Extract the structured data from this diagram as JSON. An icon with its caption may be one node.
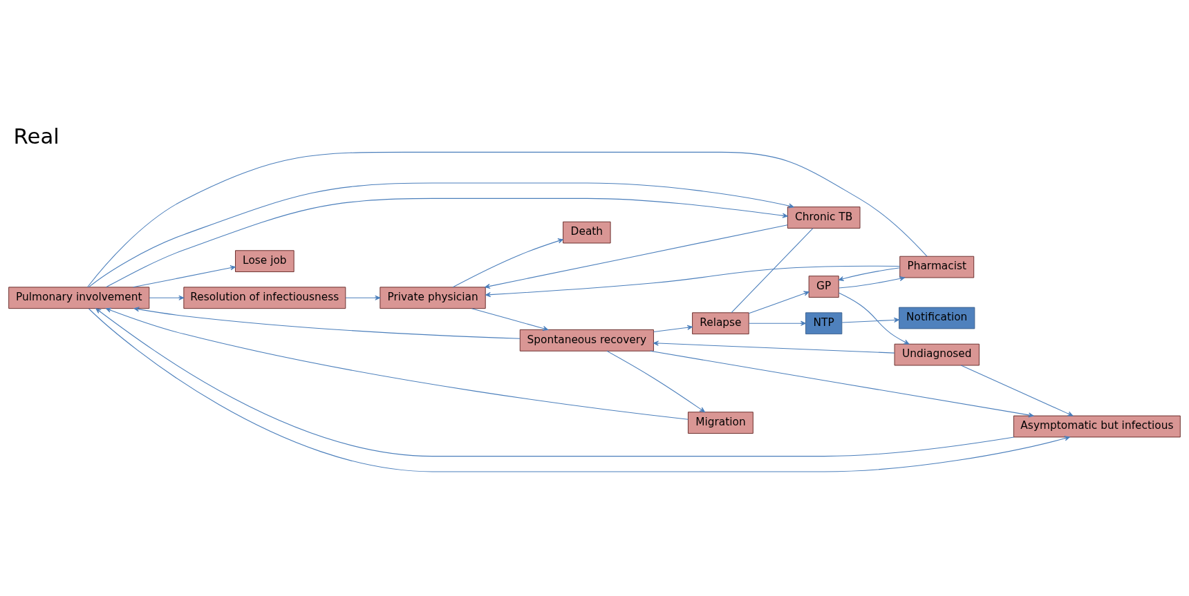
{
  "diagram": {
    "title": "Real",
    "nodes": [
      {
        "text": [
          "Lose job"
        ]
      },
      {
        "text": [
          "Pharmacist"
        ]
      },
      {
        "text": [
          "Migration"
        ]
      },
      {
        "text": [
          "Resolution of infectiousness"
        ]
      },
      {
        "text": [
          "Undiagnosed"
        ]
      },
      {
        "text": [
          "GP"
        ]
      },
      {
        "text": [
          "Pulmonary involvement"
        ]
      },
      {
        "text": [
          "Spontaneous recovery"
        ]
      },
      {
        "text": [
          "Private physician"
        ]
      },
      {
        "text": [
          "Chronic TB"
        ]
      },
      {
        "text": [
          "Death"
        ]
      },
      {
        "text": [
          "Asymptomatic but infectious"
        ]
      },
      {
        "text": [
          "Relapse"
        ]
      },
      {
        "text": [
          "NTP"
        ]
      },
      {
        "text": [
          "Notification"
        ]
      }
    ],
    "edges": [
      {
        "from": 5,
        "to": 1,
        "arrow": "to"
      },
      {
        "from": 1,
        "to": 5,
        "arrow": "to"
      },
      {
        "from": 5,
        "to": 4,
        "arrow": "to"
      },
      {
        "from": 2,
        "to": 6,
        "arrow": "to"
      },
      {
        "from": 1,
        "to": 6,
        "arrow": "none"
      },
      {
        "from": 1,
        "to": 8,
        "arrow": "to"
      },
      {
        "from": 6,
        "to": 0,
        "arrow": "to"
      },
      {
        "from": 6,
        "to": 3,
        "arrow": "to"
      },
      {
        "from": 3,
        "to": 8,
        "arrow": "to"
      },
      {
        "from": 4,
        "to": 7,
        "arrow": "to"
      },
      {
        "from": 4,
        "to": 11,
        "arrow": "to"
      },
      {
        "from": 7,
        "to": 2,
        "arrow": "to"
      },
      {
        "from": 7,
        "to": 6,
        "arrow": "to"
      },
      {
        "from": 8,
        "to": 7,
        "arrow": "to"
      },
      {
        "from": 7,
        "to": 11,
        "arrow": "to"
      },
      {
        "from": 7,
        "to": 12,
        "arrow": "to"
      },
      {
        "from": 6,
        "to": 11,
        "arrow": "to"
      },
      {
        "from": 11,
        "to": 6,
        "arrow": "to"
      },
      {
        "from": 12,
        "to": 5,
        "arrow": "to"
      },
      {
        "from": 6,
        "to": 9,
        "arrow": "to"
      },
      {
        "from": 6,
        "to": 9,
        "arrow": "to"
      },
      {
        "from": 9,
        "to": 8,
        "arrow": "to"
      },
      {
        "from": 12,
        "to": 9,
        "arrow": "none"
      },
      {
        "from": 8,
        "to": 10,
        "arrow": "to"
      },
      {
        "from": 12,
        "to": 13,
        "arrow": "to"
      },
      {
        "from": 13,
        "to": 14,
        "arrow": "to"
      }
    ]
  }
}
